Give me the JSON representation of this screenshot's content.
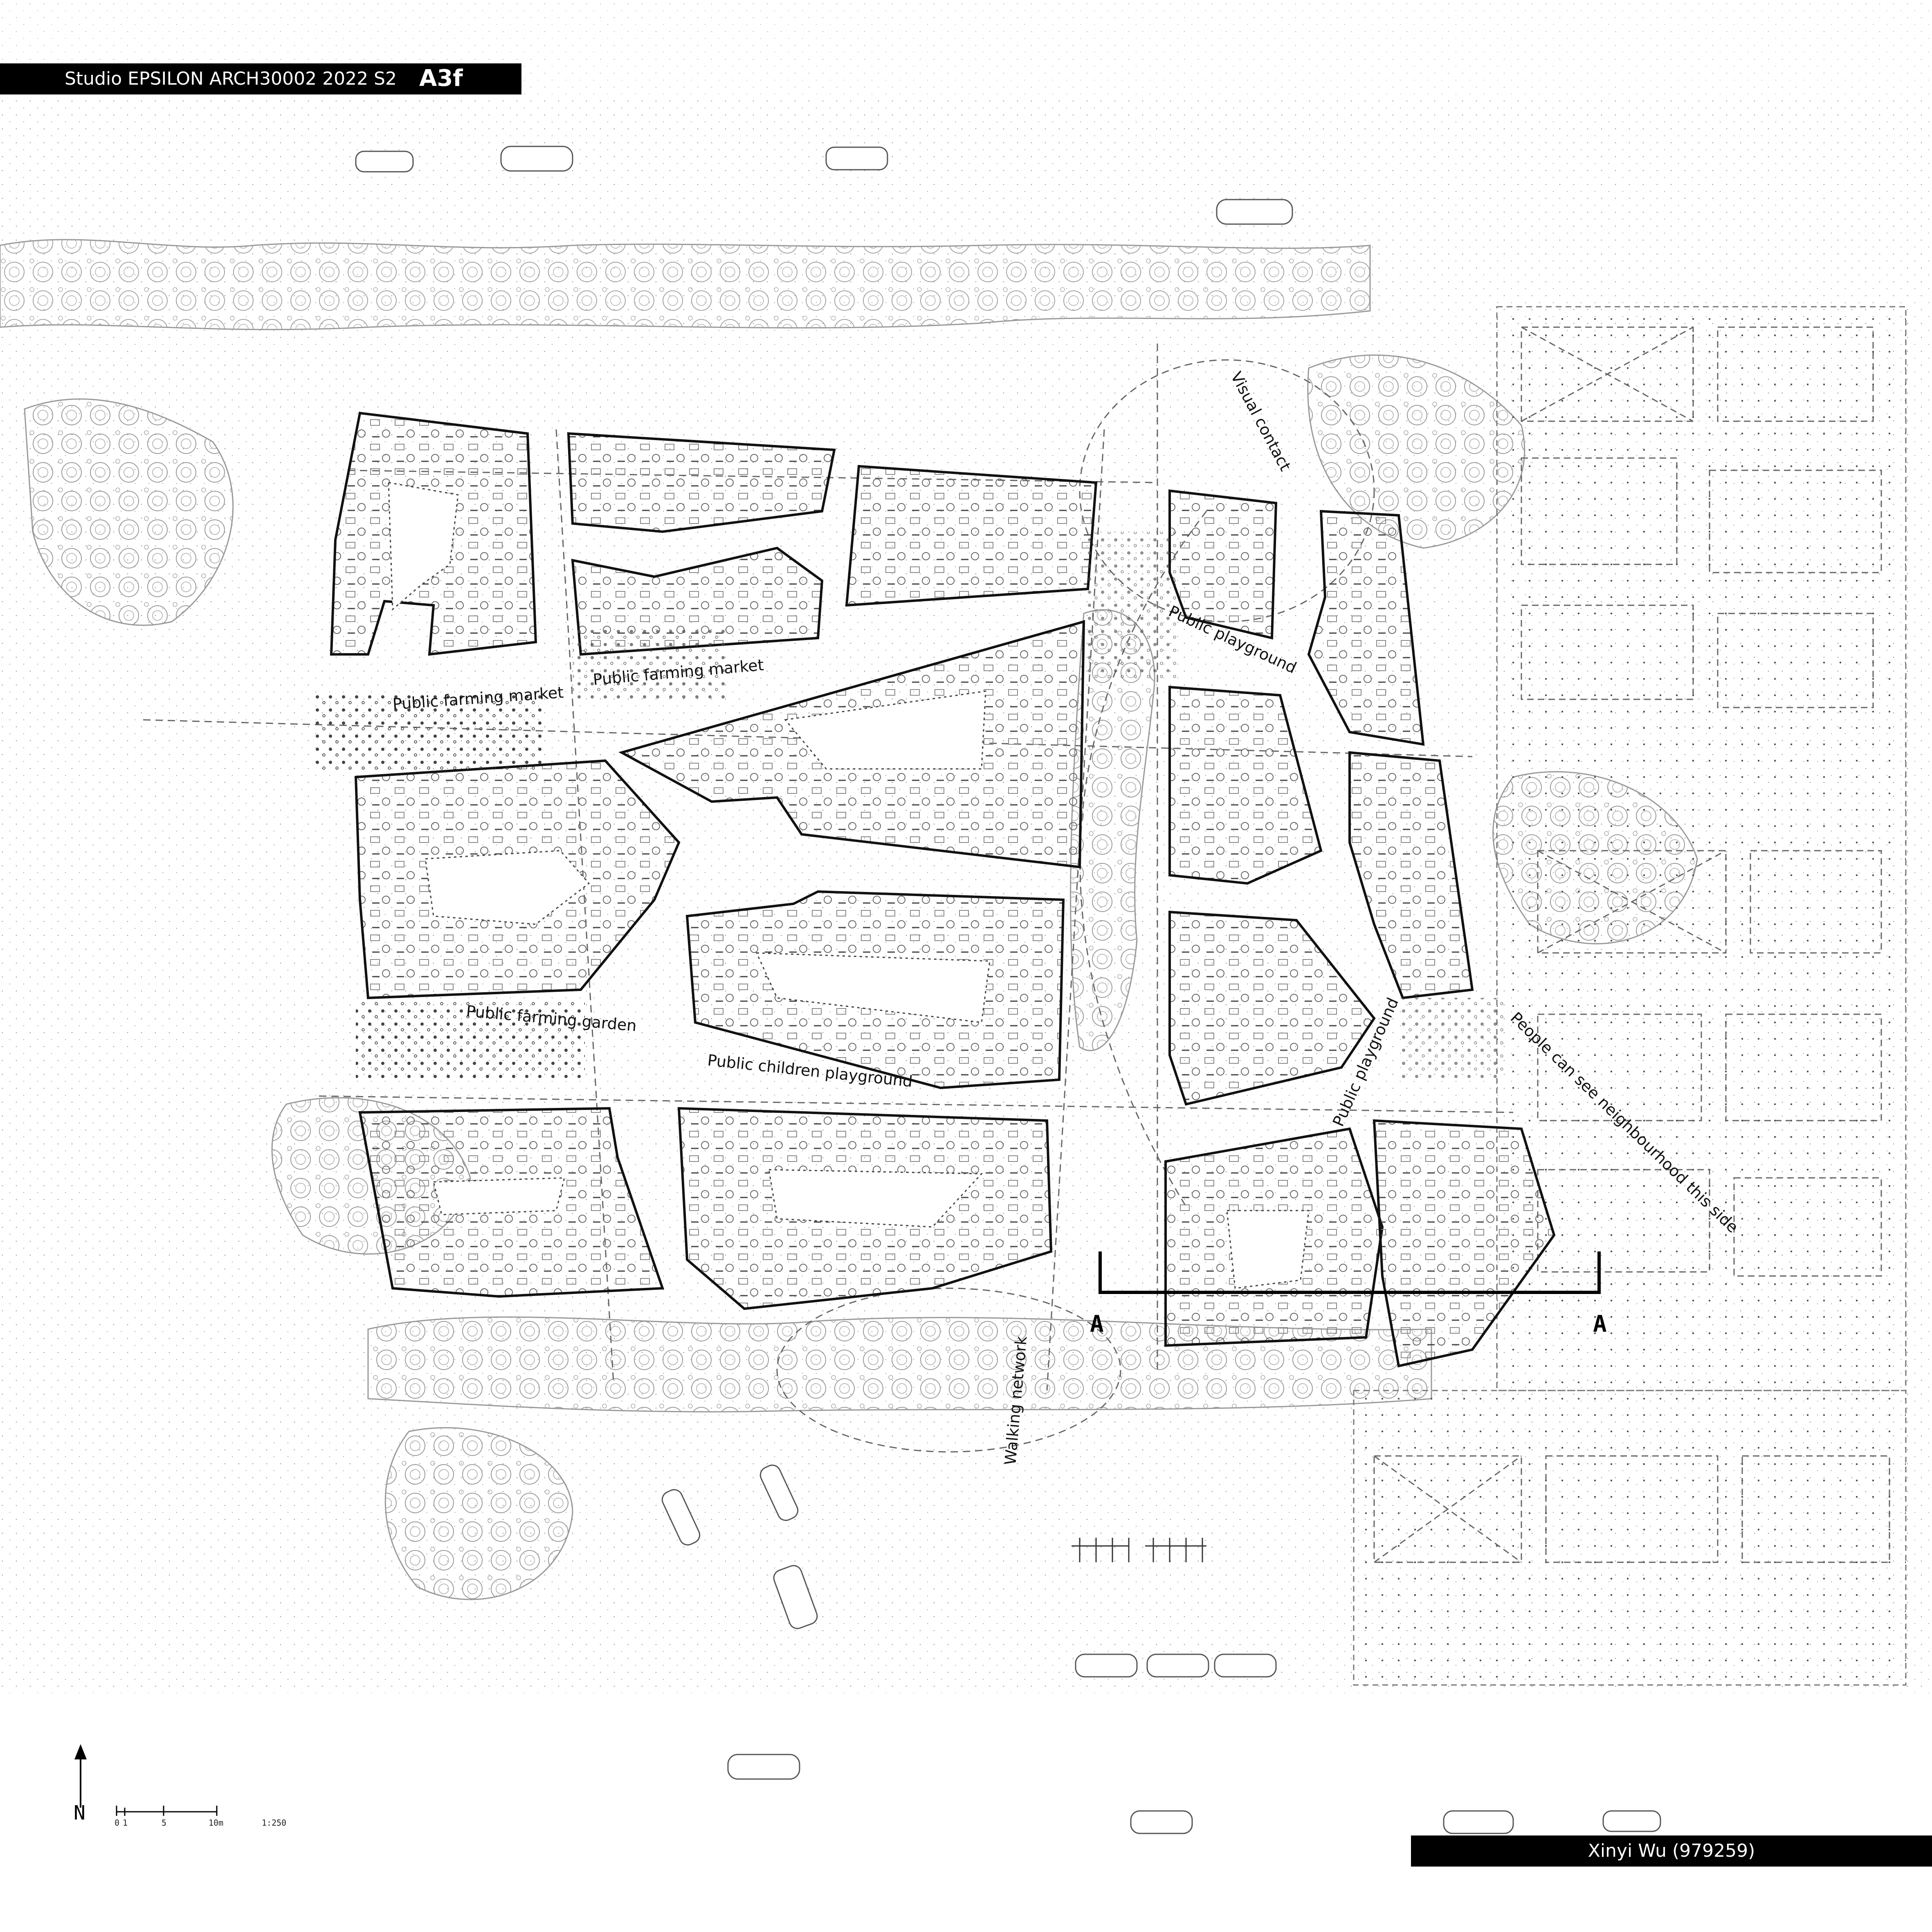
{
  "header": {
    "studio": "Studio EPSILON ARCH30002 2022 S2",
    "sheet": "A3f"
  },
  "footer": {
    "author": "Xinyi Wu (979259)"
  },
  "labels": {
    "visual_contact": "Visual contact",
    "public_playground_1": "Public playground",
    "public_farming_market_1": "Public farming market",
    "public_farming_market_2": "Public farming market",
    "public_farming_garden": "Public farming garden",
    "public_children_playground": "Public children playground",
    "public_playground_2": "Public playground",
    "people_see": "People can see neighbourhood this side",
    "walking_network": "Walking network"
  },
  "section": {
    "left": "A",
    "right": "A"
  },
  "north": {
    "letter": "N"
  },
  "scale": {
    "ticks": [
      "0",
      "1",
      "5",
      "10m"
    ],
    "ratio": "1:250"
  }
}
